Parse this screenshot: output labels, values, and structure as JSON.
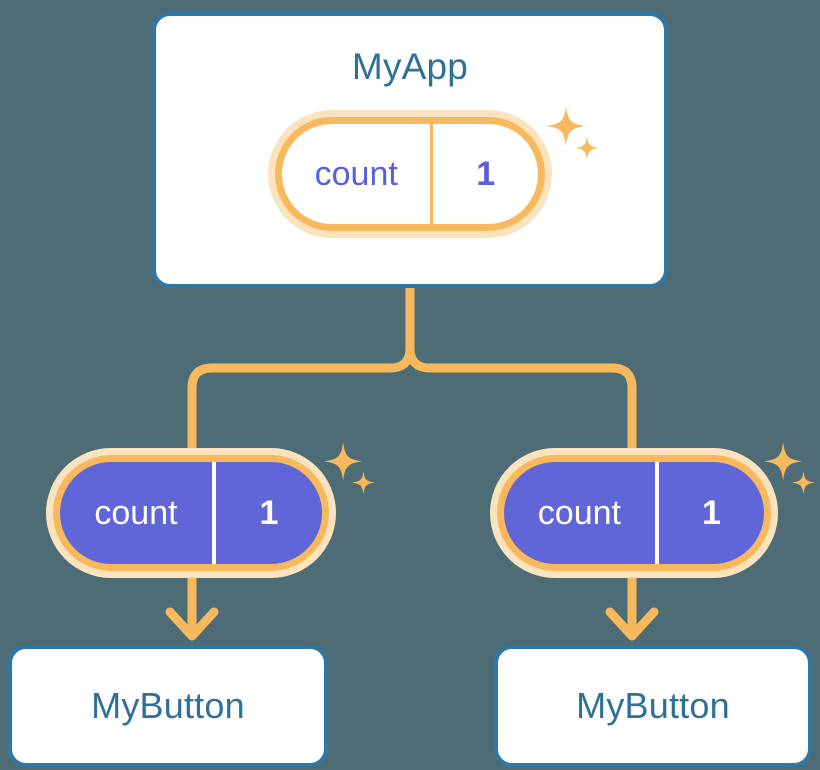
{
  "background_color": "#4d6c75",
  "palette": {
    "card_border": "#2e78a8",
    "card_background": "#ffffff",
    "title_text": "#2f7099",
    "signal_ring": "#f8b95e",
    "signal_glow": "#fbe3c0",
    "signal_filled_background": "#6065d8",
    "signal_light_text": "#5b5fd9",
    "signal_filled_text": "#ffffff",
    "wire": "#f8b95e"
  },
  "diagram": {
    "type": "component-tree",
    "root": {
      "name": "root-component",
      "title": "MyApp",
      "signal": {
        "name": "count",
        "value": "1",
        "style": "light"
      },
      "sparkle": "sparkles-icon"
    },
    "children": [
      {
        "name": "left-branch",
        "signal": {
          "name": "count",
          "value": "1",
          "style": "filled"
        },
        "sparkle": "sparkles-icon",
        "component": {
          "name": "left-button-component",
          "title": "MyButton"
        }
      },
      {
        "name": "right-branch",
        "signal": {
          "name": "count",
          "value": "1",
          "style": "filled"
        },
        "sparkle": "sparkles-icon",
        "component": {
          "name": "right-button-component",
          "title": "MyButton"
        }
      }
    ]
  }
}
